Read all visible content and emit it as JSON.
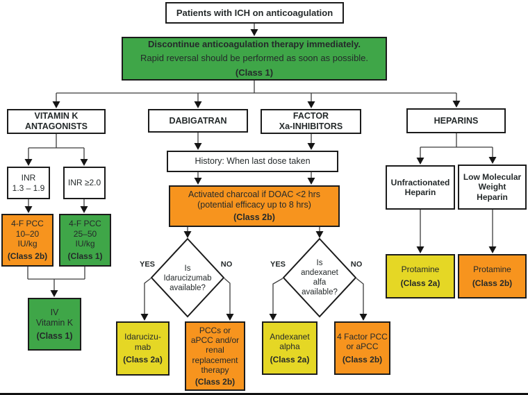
{
  "palette": {
    "green": "#3fa648",
    "orange": "#f7941e",
    "yellow": "#e5d725",
    "line": "#3b3b3b"
  },
  "nodes": {
    "start": {
      "label": "Patients with ICH on anticoagulation"
    },
    "discontinue": {
      "line1": "Discontinue anticoagulation therapy immediately.",
      "line2": "Rapid reversal should be performed as soon as possible.",
      "class_label": "(Class 1)"
    },
    "vka": {
      "label": "VITAMIN K\nANTAGONISTS"
    },
    "dabigatran": {
      "label": "DABIGATRAN"
    },
    "xa": {
      "label": "FACTOR\nXa-INHIBITORS"
    },
    "heparins": {
      "label": "HEPARINS"
    },
    "inr_low": {
      "label": "INR\n1.3 – 1.9"
    },
    "inr_high": {
      "label": "INR ≥2.0"
    },
    "pcc_low": {
      "label": "4-F PCC\n10–20\nIU/kg",
      "class_label": "(Class 2b)"
    },
    "pcc_high": {
      "label": "4-F PCC\n25–50\nIU/kg",
      "class_label": "(Class 1)"
    },
    "iv_vitk": {
      "label": "IV\nVitamin K",
      "class_label": "(Class 1)"
    },
    "history": {
      "label": "History: When last dose taken"
    },
    "charcoal": {
      "line1": "Activated charcoal if DOAC <2 hrs",
      "line2": "(potential efficacy up to 8 hrs)",
      "class_label": "(Class 2b)"
    },
    "d1": {
      "label": "Is\nIdarucizumab\navailable?",
      "yes": "YES",
      "no": "NO"
    },
    "d2": {
      "label": "Is\nandexanet\nalfa\navailable?",
      "yes": "YES",
      "no": "NO"
    },
    "idarucizumab": {
      "label": "Idarucizu-\nmab",
      "class_label": "(Class 2a)"
    },
    "pccs_renal": {
      "label": "PCCs or\naPCC and/or\nrenal\nreplacement\ntherapy",
      "class_label": "(Class 2b)"
    },
    "andexanet": {
      "label": "Andexanet\nalpha",
      "class_label": "(Class 2a)"
    },
    "pcc4": {
      "label": "4 Factor PCC\nor aPCC",
      "class_label": "(Class 2b)"
    },
    "ufh": {
      "label": "Unfractionated\nHeparin"
    },
    "lmwh": {
      "label": "Low Molecular\nWeight\nHeparin"
    },
    "protamine_2a": {
      "label": "Protamine",
      "class_label": "(Class 2a)"
    },
    "protamine_2b": {
      "label": "Protamine",
      "class_label": "(Class 2b)"
    }
  }
}
